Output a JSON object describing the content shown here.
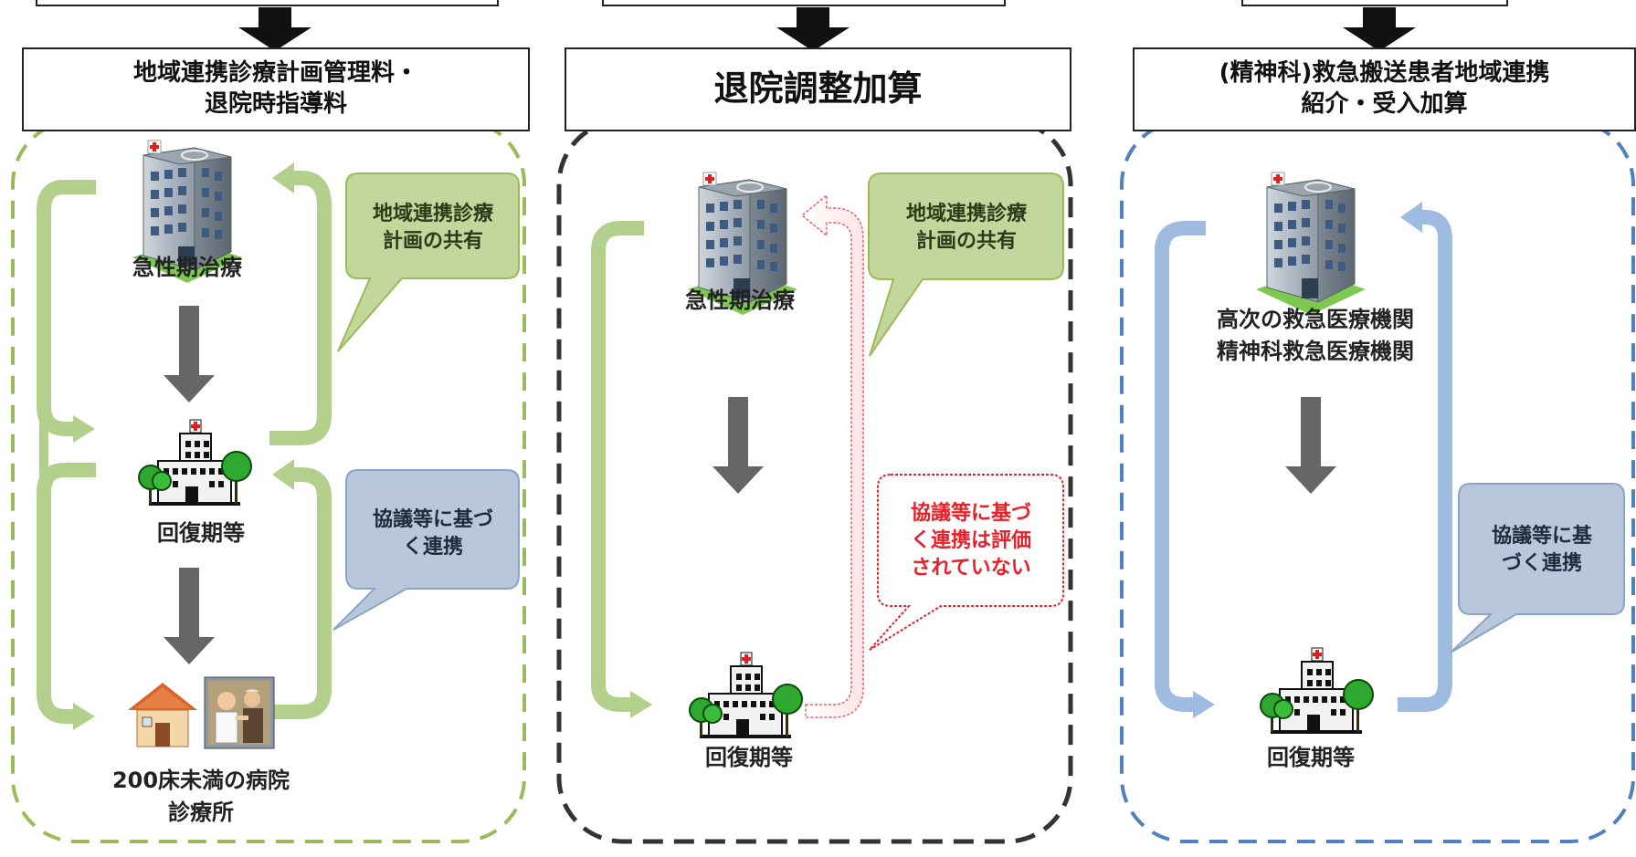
{
  "panels": [
    {
      "title_lines": [
        "地域連携診療計画管理料・",
        "退院時指導料"
      ],
      "stage_top": "急性期治療",
      "stage_middle": "回復期等",
      "stage_bottom_lines": [
        "200床未満の病院",
        "診療所"
      ],
      "bubble_share": [
        "地域連携診療",
        "計画の共有"
      ],
      "bubble_agree": [
        "協議等に基づ",
        "く連携"
      ],
      "border_color": "#9bbb59"
    },
    {
      "title_lines": [
        "退院調整加算"
      ],
      "stage_top": "急性期治療",
      "stage_middle": "回復期等",
      "bubble_share": [
        "地域連携診療",
        "計画の共有"
      ],
      "bubble_not_evaluated": [
        "協議等に基づ",
        "く連携は評価",
        "されていない"
      ],
      "border_color": "#333333"
    },
    {
      "title_lines": [
        "(精神科)救急搬送患者地域連携",
        "紹介・受入加算"
      ],
      "stage_top_lines": [
        "高次の救急医療機関",
        "精神科救急医療機関"
      ],
      "stage_middle": "回復期等",
      "bubble_agree": [
        "協議等に基",
        "づく連携"
      ],
      "border_color": "#4f81bd"
    }
  ],
  "colors": {
    "green_arrow": "#b3cf8c",
    "green_bubble": "#c3d69b",
    "blue_arrow": "#9fbbe0",
    "blue_bubble": "#b8c7dc",
    "red_text": "#e8202a",
    "gray_arrow": "#666666"
  },
  "icons": [
    "hospital-building-icon",
    "clinic-building-icon",
    "house-icon",
    "doctor-patient-icon",
    "down-arrow-icon"
  ]
}
